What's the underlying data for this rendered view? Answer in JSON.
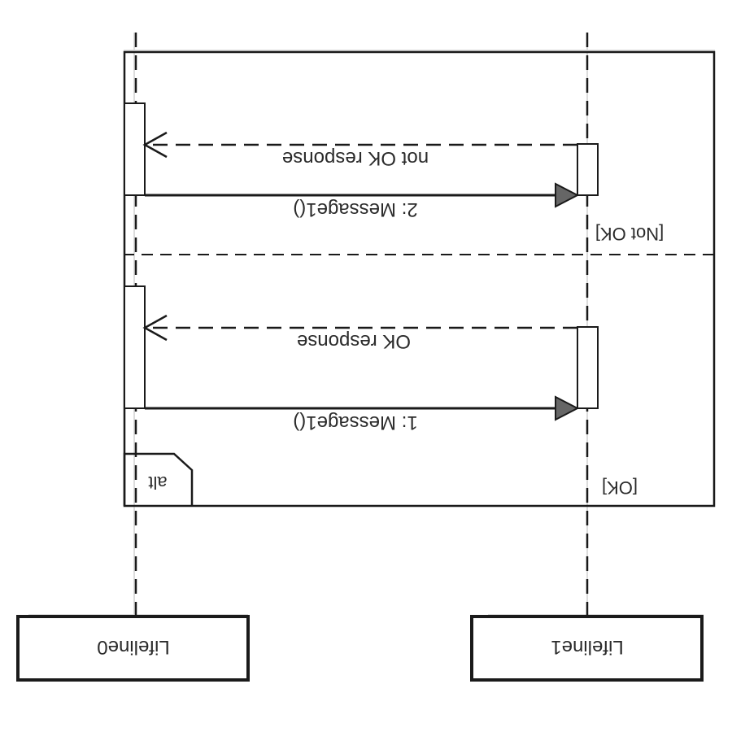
{
  "diagram": {
    "type": "sequence",
    "lifelines": [
      {
        "id": "lifeline0",
        "name": "Lifeline0"
      },
      {
        "id": "lifeline1",
        "name": "Lifeline1"
      }
    ],
    "fragment": {
      "operator": "alt",
      "operands": [
        {
          "guard": "[OK]"
        },
        {
          "guard": "[Not OK]"
        }
      ]
    },
    "messages": [
      {
        "id": "msg1",
        "label": "1: Message1()",
        "kind": "synchronous",
        "from": "lifeline0",
        "to": "lifeline1"
      },
      {
        "id": "reply1",
        "label": "OK response",
        "kind": "reply",
        "from": "lifeline1",
        "to": "lifeline0"
      },
      {
        "id": "msg2",
        "label": "2: Message1()",
        "kind": "synchronous",
        "from": "lifeline0",
        "to": "lifeline1"
      },
      {
        "id": "reply2",
        "label": "not OK response",
        "kind": "reply",
        "from": "lifeline1",
        "to": "lifeline0"
      }
    ],
    "colors": {
      "stroke": "#1a1a1a",
      "shadow": "#d8d8d8",
      "arrow_fill": "#666666"
    }
  }
}
